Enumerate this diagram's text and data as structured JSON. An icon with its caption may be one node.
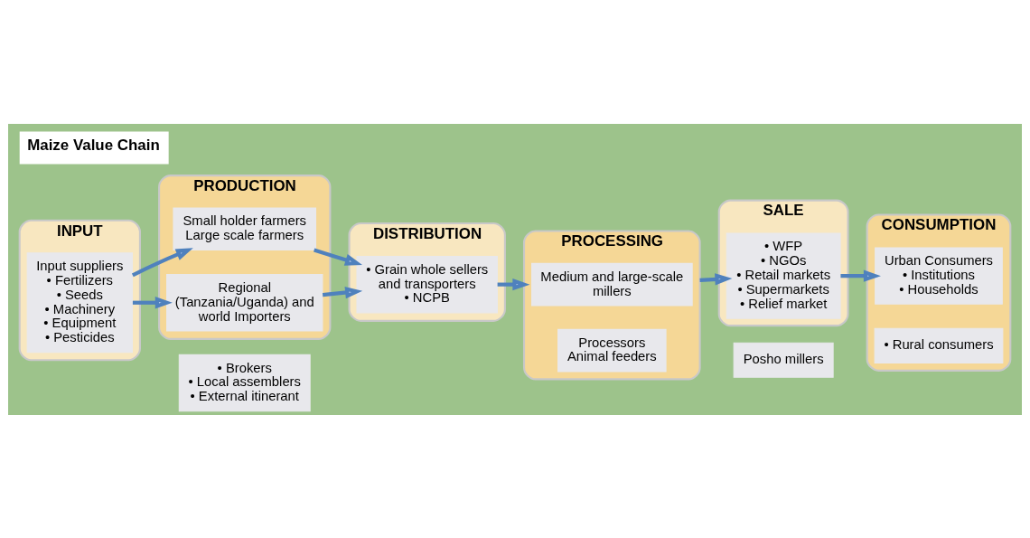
{
  "diagram": {
    "title": "Maize Value Chain",
    "nodes": [
      {
        "text": [
          "INPUT"
        ]
      },
      {
        "text": [
          "Input suppliers",
          "• Fertilizers",
          "• Seeds",
          "• Machinery",
          "• Equipment",
          "• Pesticides"
        ],
        "in": 0
      },
      {
        "text": [
          "PRODUCTION"
        ]
      },
      {
        "text": [
          "Small holder farmers",
          "Large scale farmers"
        ],
        "in": 2
      },
      {
        "text": [
          "Regional (Tanzania/Uganda) and world Importers"
        ],
        "in": 2
      },
      {
        "text": [
          "DISTRIBUTION"
        ]
      },
      {
        "text": [
          "• Grain whole sellers and transporters",
          "• NCPB"
        ],
        "in": 5
      },
      {
        "text": [
          "• Brokers",
          "• Local assemblers",
          "• External itinerant"
        ]
      },
      {
        "text": [
          "PROCESSING"
        ]
      },
      {
        "text": [
          "Medium and large-scale millers"
        ],
        "in": 8
      },
      {
        "text": [
          "Processors",
          "Animal feeders"
        ],
        "in": 8
      },
      {
        "text": [
          "Posho millers"
        ]
      },
      {
        "text": [
          "SALE"
        ]
      },
      {
        "text": [
          "• WFP",
          "• NGOs",
          "• Retail markets",
          "• Supermarkets",
          "• Relief market"
        ],
        "in": 12
      },
      {
        "text": [
          "CONSUMPTION"
        ]
      },
      {
        "text": [
          "Urban Consumers",
          "• Institutions",
          "• Households"
        ],
        "in": 14
      },
      {
        "text": [
          "• Rural consumers"
        ],
        "in": 14
      }
    ],
    "edges": [
      {
        "from": 1,
        "to": 3,
        "arrow": "to"
      },
      {
        "from": 1,
        "to": 4,
        "arrow": "to"
      },
      {
        "from": 3,
        "to": 6,
        "arrow": "to"
      },
      {
        "from": 4,
        "to": 6,
        "arrow": "to"
      },
      {
        "from": 6,
        "to": 8,
        "arrow": "to"
      },
      {
        "from": 8,
        "to": 13,
        "arrow": "to"
      },
      {
        "from": 13,
        "to": 15,
        "arrow": "to"
      }
    ]
  }
}
